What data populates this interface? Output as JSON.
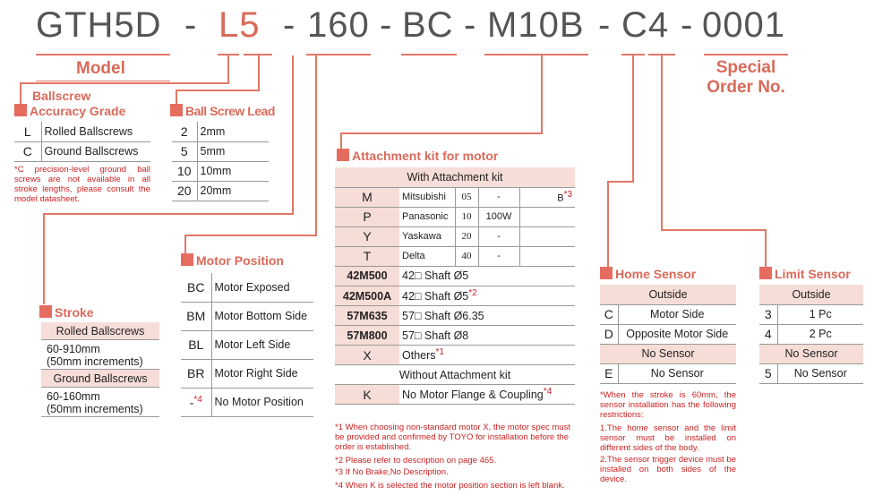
{
  "code": {
    "model": "GTH5D",
    "lead_part": "L5",
    "stroke": "160",
    "motor_position": "BC",
    "attachment": "M10B",
    "sensor": "C4",
    "special": "0001",
    "dash": "-"
  },
  "labels": {
    "model": "Model",
    "special_1": "Special",
    "special_2": "Order No."
  },
  "accuracy": {
    "title_1": "Ballscrew",
    "title_2": "Accuracy Grade",
    "rows": [
      {
        "k": "L",
        "v": "Rolled Ballscrews"
      },
      {
        "k": "C",
        "v": "Ground Ballscrews"
      }
    ],
    "note": "*C precision-level ground ball screws are not available in all stroke lengths, please consult the model datasheet."
  },
  "lead": {
    "title": "Ball Screw Lead",
    "rows": [
      {
        "k": "2",
        "v": "2mm"
      },
      {
        "k": "5",
        "v": "5mm"
      },
      {
        "k": "10",
        "v": "10mm"
      },
      {
        "k": "20",
        "v": "20mm"
      }
    ]
  },
  "stroke": {
    "title": "Stroke",
    "rolled_label": "Rolled Ballscrews",
    "rolled_range": "60-910mm",
    "rolled_inc": "(50mm increments)",
    "ground_label": "Ground Ballscrews",
    "ground_range": "60-160mm",
    "ground_inc": "(50mm increments)"
  },
  "motor_pos": {
    "title": "Motor Position",
    "rows": [
      {
        "k": "BC",
        "v": "Motor Exposed"
      },
      {
        "k": "BM",
        "v": "Motor Bottom Side"
      },
      {
        "k": "BL",
        "v": "Motor Left Side"
      },
      {
        "k": "BR",
        "v": "Motor Right Side"
      },
      {
        "k": "-",
        "sup": "*4",
        "v": "No Motor Position"
      }
    ]
  },
  "attach": {
    "title": "Attachment kit for motor",
    "with_label": "With Attachment kit",
    "brand_rows": [
      {
        "k": "M",
        "brand": "Mitsubishi",
        "num": "05",
        "w": "-",
        "extra": "B",
        "sup": "*3"
      },
      {
        "k": "P",
        "brand": "Panasonic",
        "num": "10",
        "w": "100W",
        "extra": "",
        "sup": ""
      },
      {
        "k": "Y",
        "brand": "Yaskawa",
        "num": "20",
        "w": "-",
        "extra": "",
        "sup": ""
      },
      {
        "k": "T",
        "brand": "Delta",
        "num": "40",
        "w": "-",
        "extra": "",
        "sup": ""
      }
    ],
    "shaft_rows": [
      {
        "k": "42M500",
        "v": "42□ Shaft Ø5",
        "sup": ""
      },
      {
        "k": "42M500A",
        "v": "42□ Shaft Ø5",
        "sup": "*2"
      },
      {
        "k": "57M635",
        "v": "57□ Shaft Ø6.35",
        "sup": ""
      },
      {
        "k": "57M800",
        "v": "57□ Shaft Ø8",
        "sup": ""
      },
      {
        "k": "X",
        "v": "Others",
        "sup": "*1"
      }
    ],
    "without_label": "Without  Attachment kit",
    "k_row": {
      "k": "K",
      "v": "No Motor Flange & Coupling",
      "sup": "*4"
    },
    "notes": [
      "*1 When choosing non-standard motor X, the motor spec must be provided and confirmed by TOYO for installation before the order is established.",
      "*2 Please refer to description on page 465.",
      "*3 If No Brake,No Description.",
      "*4 When K is selected the motor position section is left blank."
    ]
  },
  "home": {
    "title": "Home Sensor",
    "outside": "Outside",
    "rows": [
      {
        "k": "C",
        "v": "Motor Side"
      },
      {
        "k": "D",
        "v": "Opposite Motor Side"
      }
    ],
    "no_sensor_header": "No Sensor",
    "e_row": {
      "k": "E",
      "v": "No Sensor"
    },
    "note_intro": "*When the stroke is 60mm, the sensor installation has the following restrictions:",
    "note_1": "1.The home sensor and the limit sensor must be installed on different sides of the body.",
    "note_2": "2.The sensor trigger device must be installed on both sides of the device."
  },
  "limit": {
    "title": "Limit Sensor",
    "outside": "Outside",
    "rows": [
      {
        "k": "3",
        "v": "1 Pc"
      },
      {
        "k": "4",
        "v": "2 Pc"
      }
    ],
    "no_sensor_header": "No Sensor",
    "five_row": {
      "k": "5",
      "v": "No Sensor"
    }
  }
}
